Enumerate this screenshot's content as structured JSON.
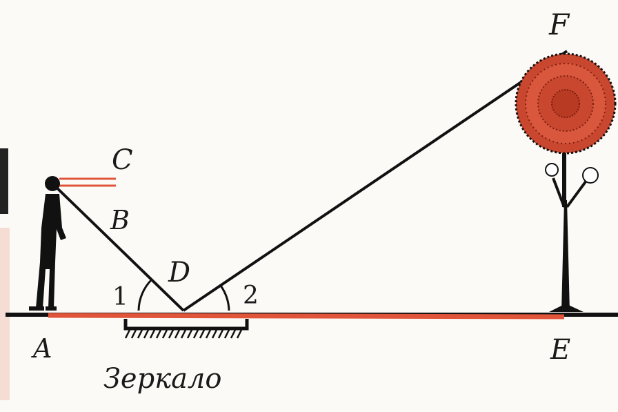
{
  "labels": {
    "A": "A",
    "B": "B",
    "C": "C",
    "D": "D",
    "E": "E",
    "F": "F",
    "angle1": "1",
    "angle2": "2",
    "mirror": "Зеркало"
  },
  "colors": {
    "ink": "#111111",
    "accent": "#e0553a",
    "crown": "#c8472e",
    "crown_dark": "#7a1f10"
  }
}
